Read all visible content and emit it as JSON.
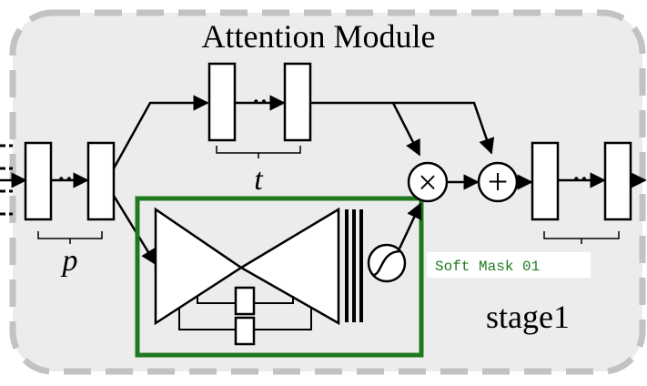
{
  "title": "Attention Module",
  "labels": {
    "p": "p",
    "t": "t",
    "dots": "···",
    "soft_mask": "Soft Mask 01",
    "stage": "stage1"
  },
  "operators": {
    "multiply": "×",
    "add": "+"
  },
  "colors": {
    "module_fill": "#ececec",
    "module_border": "#c2c2c2",
    "mask_branch_border": "#1f7a1f",
    "soft_mask_text": "#1f7a1f",
    "stroke": "#000000"
  }
}
